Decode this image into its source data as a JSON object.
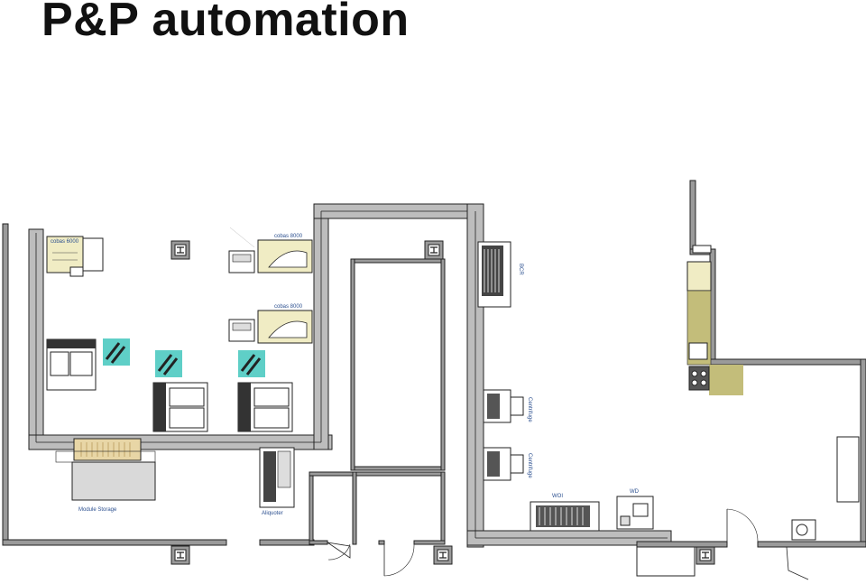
{
  "page": {
    "title": "P&P automation"
  },
  "labels": {
    "cobas_top": "cobas 6000",
    "cobas_8000_a": "cobas 8000",
    "cobas_8000_b": "cobas 8000",
    "module_storage": "Module Storage",
    "aliquoter": "Aliquoter",
    "bcr": "BCR",
    "centrifuge_a": "Centrifuge",
    "centrifuge_b": "Centrifuge",
    "wo": "WOI",
    "wd": "WD"
  },
  "colors": {
    "conveyor": "#bdbdbd",
    "wall": "#9a9a9a",
    "workbench_olive": "#c3bd7a",
    "bench_yellow": "#efe9b6",
    "teal_tile": "#5fcfc7",
    "storage_tan": "#e8d6a6",
    "label_blue": "#2b4f8f"
  },
  "icons": [
    "steel-column-icon",
    "tube-rack-icon",
    "analyzer-icon",
    "centrifuge-icon",
    "sink-icon",
    "door-swing-icon"
  ]
}
